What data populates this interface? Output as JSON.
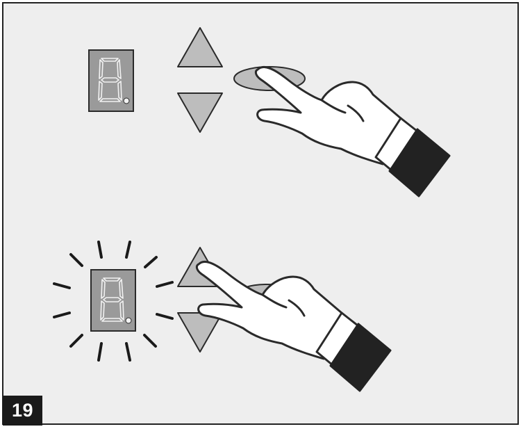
{
  "figure": {
    "number": "19"
  },
  "colors": {
    "background": "#eeeeee",
    "display": "#9a9a9a",
    "button": "#bdbdbd",
    "outline": "#2a2a2a",
    "cuff": "#222222",
    "number_box": "#1a1a1a"
  },
  "steps": [
    {
      "display_state": "steady",
      "pressed_button": "hidden-button"
    },
    {
      "display_state": "flashing",
      "pressed_button": "up-button"
    }
  ],
  "icons": [
    "seven-segment-display-icon",
    "up-arrow-button-icon",
    "down-arrow-button-icon",
    "hand-pointer-icon",
    "flash-rays-icon"
  ]
}
